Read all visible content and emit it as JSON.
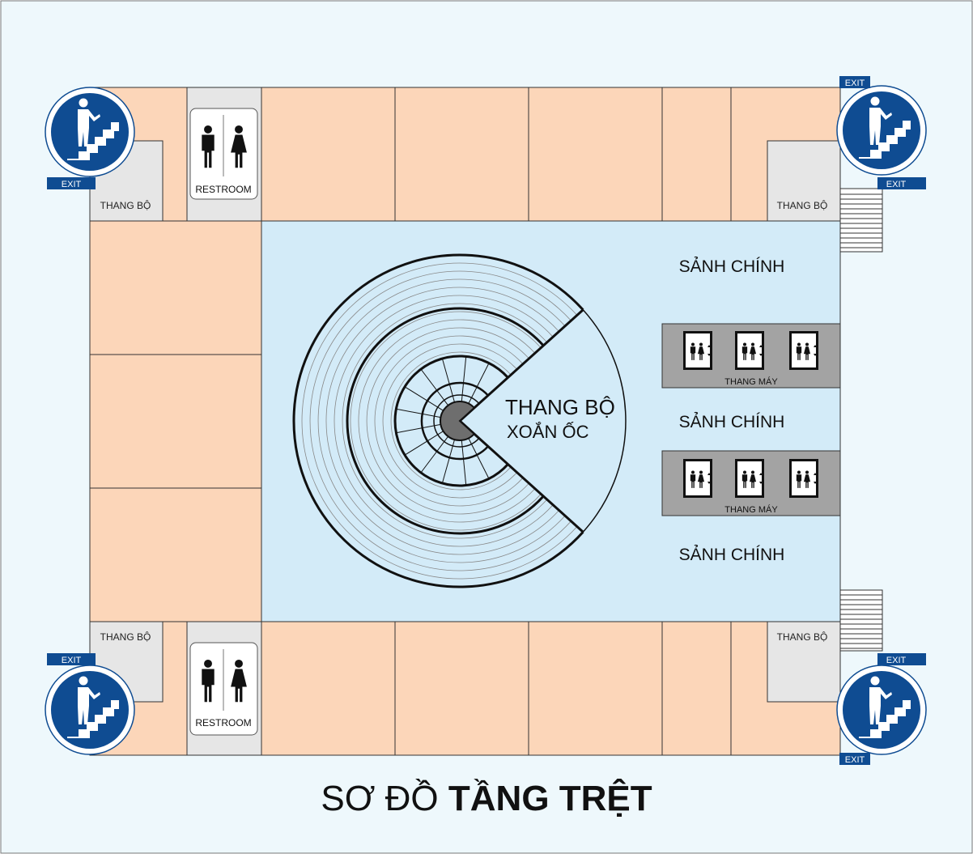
{
  "title": {
    "prefix": "SƠ ĐỒ",
    "bold": "TẦNG TRỆT"
  },
  "labels": {
    "stairs": "THANG BỘ",
    "restroom": "RESTROOM",
    "exit": "EXIT",
    "elevator": "THANG MÁY",
    "lobby": "SẢNH CHÍNH",
    "spiral_line1": "THANG BỘ",
    "spiral_line2": "XOẮN ỐC"
  },
  "colors": {
    "background": "#eef8fc",
    "shop": "#fcd6b9",
    "lobby": "#d3ebf8",
    "stair_room": "#e6e6e6",
    "exit_blue": "#0f4c92",
    "elevator_bank": "#a3a3a3"
  }
}
